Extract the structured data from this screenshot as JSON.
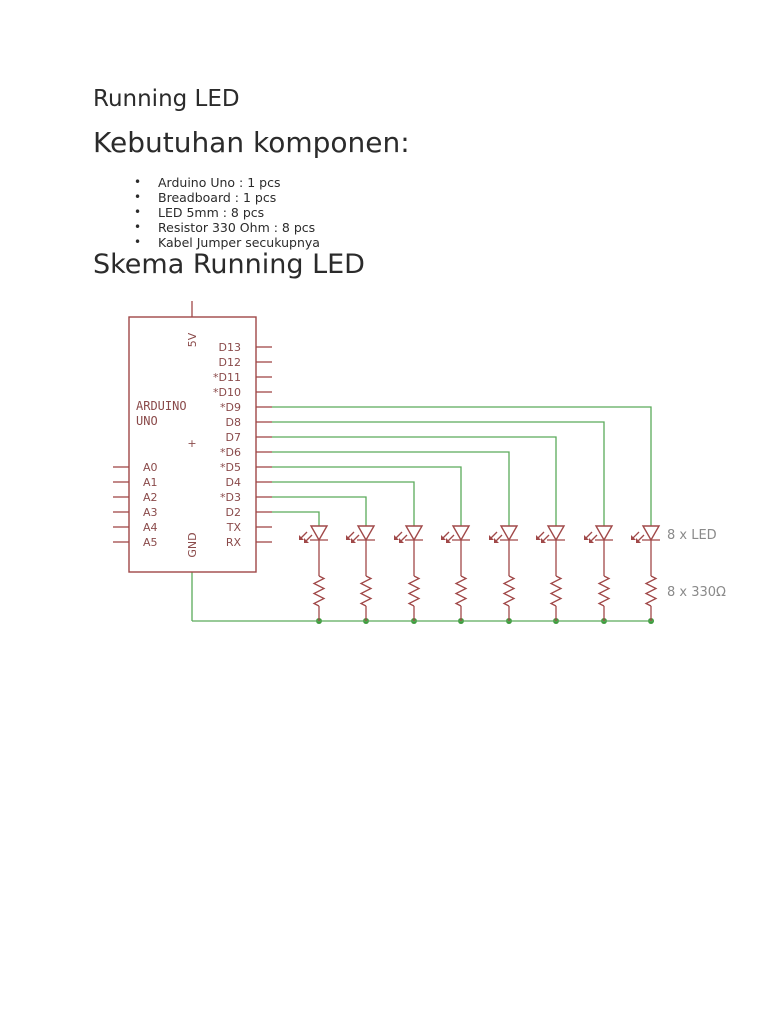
{
  "page_title": "Running LED",
  "components": {
    "heading": "Kebutuhan komponen:",
    "items": [
      "Arduino Uno : 1 pcs",
      "Breadboard : 1 pcs",
      "LED 5mm : 8 pcs",
      "Resistor 330 Ohm : 8 pcs",
      "Kabel Jumper secukupnya"
    ]
  },
  "schema": {
    "heading": "Skema Running LED",
    "board_name": [
      "ARDUINO",
      "UNO"
    ],
    "power_label": "5V",
    "gnd_label": "GND",
    "plus_mark": "+",
    "digital_pins": [
      "D13",
      "D12",
      "*D11",
      "*D10",
      "*D9",
      "D8",
      "D7",
      "*D6",
      "*D5",
      "D4",
      "*D3",
      "D2",
      "TX",
      "RX"
    ],
    "analog_pins": [
      "A0",
      "A1",
      "A2",
      "A3",
      "A4",
      "A5"
    ],
    "led_note": "8 x LED",
    "resistor_note": "8 x 330Ω",
    "colors": {
      "component": "#a04848",
      "wire": "#5aaa5a",
      "junction": "#3d9a3d",
      "note": "#8a8a8a"
    }
  }
}
